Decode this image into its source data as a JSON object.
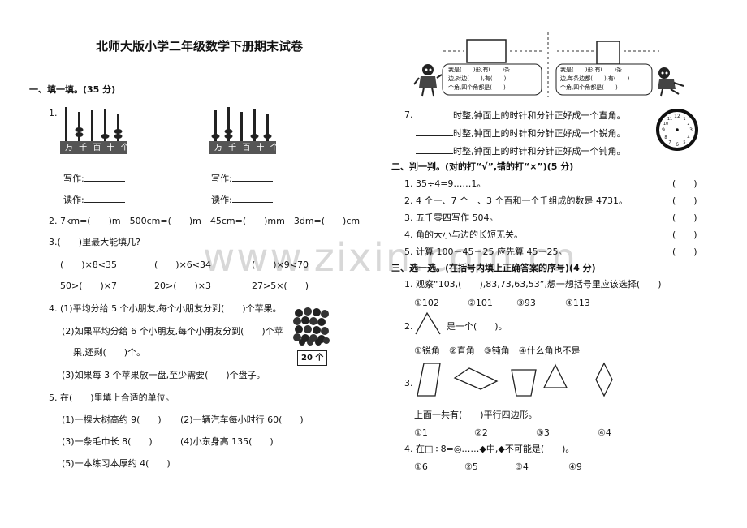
{
  "title": "北师大版小学二年级数学下册期末试卷",
  "watermark": "www.zixin.com.cn",
  "left": {
    "section1": "一、填一填。(35 分)",
    "q1_label": "1.",
    "abacus_labels": "万 千 百 十 个",
    "write_label": "写作:",
    "read_label": "读作:",
    "q2": "2. 7km=(　　)m　500cm=(　　)m　45cm=(　　)mm　3dm=(　　)cm",
    "q3": "3.(　　)里最大能填几?",
    "q3_row1": [
      "(　　)×8<35",
      "(　　)×6<34",
      "(　　)×9<70"
    ],
    "q3_row2": [
      "50>(　　)×7",
      "20>(　　)×3",
      "27>5×(　　)"
    ],
    "q4_1": "4. (1)平均分给 5 个小朋友,每个小朋友分到(　　)个苹果。",
    "q4_2a": "(2)如果平均分给 6 个小朋友,每个小朋友分到(　　)个苹",
    "q4_2b": "果,还剩(　　)个。",
    "q4_3": "(3)如果每 3 个苹果放一盘,至少需要(　　)个盘子。",
    "apple_label": "20 个",
    "q5": "5. 在(　　)里填上合适的单位。",
    "q5_items": [
      "(1)一棵大树高约 9(　　)",
      "(2)一辆汽车每小时行 60(　　)",
      "(3)一条毛巾长 8(　　)",
      "(4)小东身高 135(　　)",
      "(5)一本练习本厚约 4(　　)"
    ]
  },
  "right": {
    "bubble_left": [
      "我是(　　)形,有(　　)条",
      "边,对边(　　),有(　　)",
      "个角,四个角都是(　　)"
    ],
    "bubble_right": [
      "我是(　　)形,有(　　)条",
      "边,每条边都(　　),有(　　)",
      "个角,四个角都是(　　)"
    ],
    "q7_num": "7.",
    "q7_lines": [
      "时整,钟面上的时针和分针正好成一个直角。",
      "时整,钟面上的时针和分针正好成一个锐角。",
      "时整,钟面上的时针和分针正好成一个钝角。"
    ],
    "section2": "二、判一判。(对的打“√”,错的打“×”)(5 分)",
    "judge_items": [
      "1. 35÷4=9……1。",
      "2. 4 个一、7 个十、3 个百和一个千组成的数是 4731。",
      "3. 五千零四写作 504。",
      "4. 角的大小与边的长短无关。",
      "5. 计算 100－45－25 应先算 45－25。"
    ],
    "judge_paren": "(　　)",
    "section3": "三、选一选。(在括号内填上正确答案的序号)(4 分)",
    "c1": "1. 观察“103,(　　),83,73,63,53”,想一想括号里应该选择(　　)",
    "c1_opts": [
      "①102",
      "②101",
      "③93",
      "④113"
    ],
    "c2_num": "2.",
    "c2_text": "是一个(　　)。",
    "c2_opts": "①锐角　②直角　③钝角　④什么角也不是",
    "c3_num": "3.",
    "c3_text": "上面一共有(　　)平行四边形。",
    "c3_opts": [
      "①1",
      "②2",
      "③3",
      "④4"
    ],
    "c4": "4. 在□÷8=◎……◆中,◆不可能是(　　)。",
    "c4_opts": [
      "①6",
      "②5",
      "③4",
      "④9"
    ]
  }
}
